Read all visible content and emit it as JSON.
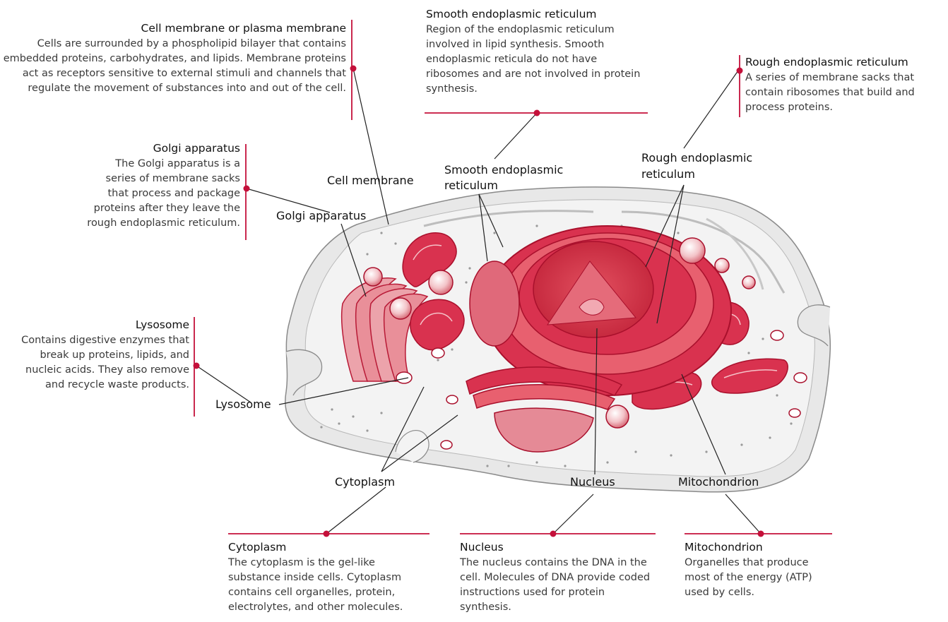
{
  "colors": {
    "accent": "#c4103a",
    "organelle": "#d9324f",
    "organelle_light": "#f0b5bc",
    "organelle_mid": "#e07884",
    "cell_fill": "#ededed",
    "cell_stroke": "#8a8a8a",
    "leader": "#222222"
  },
  "callouts": {
    "cell_membrane": {
      "title": "Cell membrane or plasma membrane",
      "text": "Cells are surrounded by a phospholipid bilayer that contains embedded proteins, carbohydrates, and lipids. Membrane proteins act as receptors sensitive to external stimuli and channels that regulate the movement of substances into and out of the cell."
    },
    "golgi": {
      "title": "Golgi apparatus",
      "text": "The Golgi apparatus is a series of membrane sacks that process and package proteins after they leave the rough endoplasmic reticulum."
    },
    "lysosome": {
      "title": "Lysosome",
      "text": "Contains digestive enzymes that break up proteins, lipids, and nucleic acids. They also remove and recycle waste products."
    },
    "smooth_er": {
      "title": "Smooth endoplasmic reticulum",
      "text": "Region of the endoplasmic reticulum involved in lipid synthesis. Smooth endoplasmic reticula do not have ribosomes and are not involved in protein synthesis."
    },
    "rough_er": {
      "title": "Rough endoplasmic reticulum",
      "text": "A series of membrane sacks that contain ribosomes that build and process proteins."
    },
    "cytoplasm": {
      "title": "Cytoplasm",
      "text": "The cytoplasm is the gel-like substance inside cells. Cytoplasm contains cell organelles, protein, electrolytes, and other molecules."
    },
    "nucleus": {
      "title": "Nucleus",
      "text": "The nucleus contains the DNA in the cell. Molecules of DNA provide coded instructions used for protein synthesis."
    },
    "mitochondrion": {
      "title": "Mitochondrion",
      "text": "Organelles that produce most of the energy (ATP) used by cells."
    }
  },
  "labels": {
    "cell_membrane": "Cell membrane",
    "golgi": "Golgi apparatus",
    "lysosome": "Lysosome",
    "smooth_er_1": "Smooth endoplasmic",
    "smooth_er_2": "reticulum",
    "rough_er_1": "Rough endoplasmic",
    "rough_er_2": "reticulum",
    "cytoplasm": "Cytoplasm",
    "nucleus": "Nucleus",
    "mitochondrion": "Mitochondrion"
  }
}
